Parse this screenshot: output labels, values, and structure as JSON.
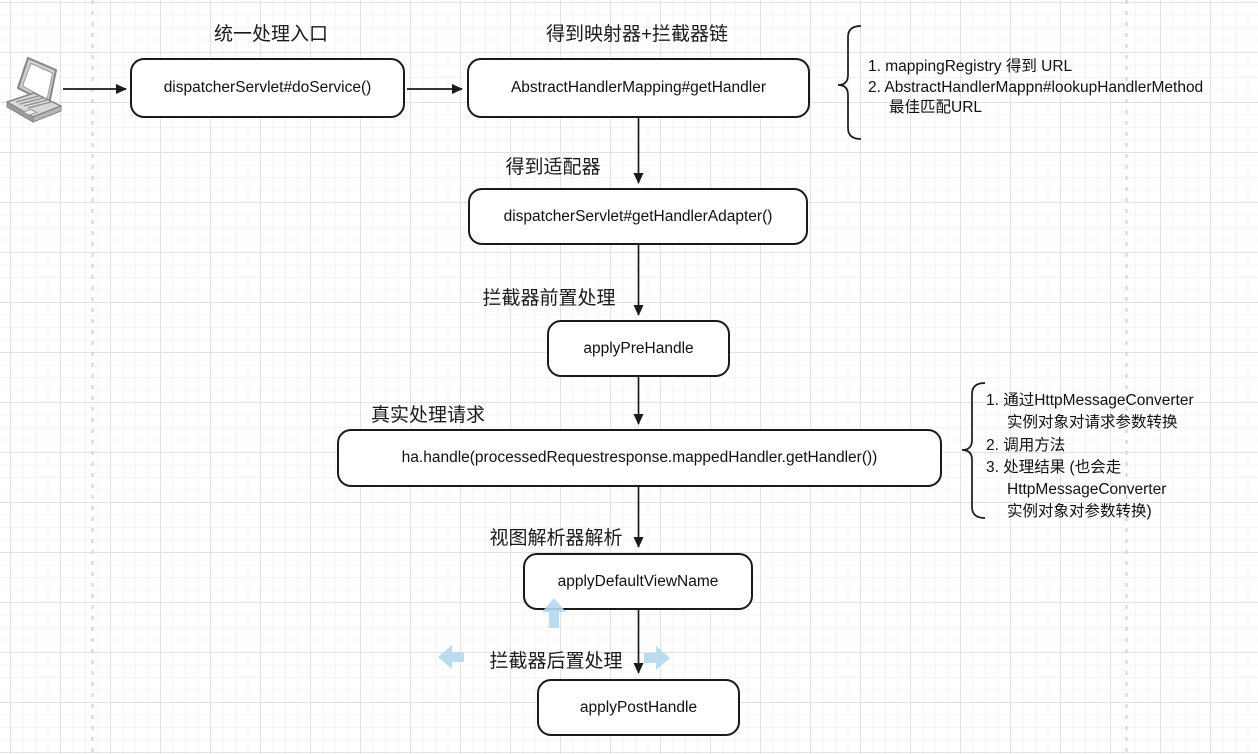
{
  "diagram": {
    "boxes": [
      {
        "text": "dispatcherServlet#doService()"
      },
      {
        "text": "AbstractHandlerMapping#getHandler"
      },
      {
        "text": "dispatcherServlet#getHandlerAdapter()"
      },
      {
        "text": "applyPreHandle"
      },
      {
        "text": "ha.handle(processedRequestresponse.mappedHandler.getHandler())"
      },
      {
        "text": "applyDefaultViewName"
      },
      {
        "text": "applyPostHandle"
      }
    ],
    "captions": [
      {
        "text": "统一处理入口"
      },
      {
        "text": "得到映射器+拦截器链"
      },
      {
        "text": "得到适配器"
      },
      {
        "text": "拦截器前置处理"
      },
      {
        "text": "真实处理请求"
      },
      {
        "text": "视图解析器解析"
      },
      {
        "text": "拦截器后置处理"
      }
    ],
    "notes": [
      {
        "lines": [
          "1. mappingRegistry 得到 URL",
          "2. AbstractHandlerMappn#lookupHandlerMethod",
          "最佳匹配URL"
        ]
      },
      {
        "lines": [
          "1. 通过HttpMessageConverter",
          "实例对象对请求参数转换",
          "2. 调用方法",
          "3. 处理结果 (也会走",
          "HttpMessageConverter",
          "实例对象对参数转换)"
        ]
      }
    ],
    "icons": {
      "client": "laptop-icon"
    },
    "colors": {
      "node_border": "#1a1a1a",
      "node_fill": "#ffffff",
      "connector": "#1a1a1a",
      "grid_minor": "#f5f5f5",
      "grid_major": "#e2e2e2",
      "guide_dashed": "#d4d4d4",
      "nav_arrow": "#b4d7ef"
    }
  }
}
